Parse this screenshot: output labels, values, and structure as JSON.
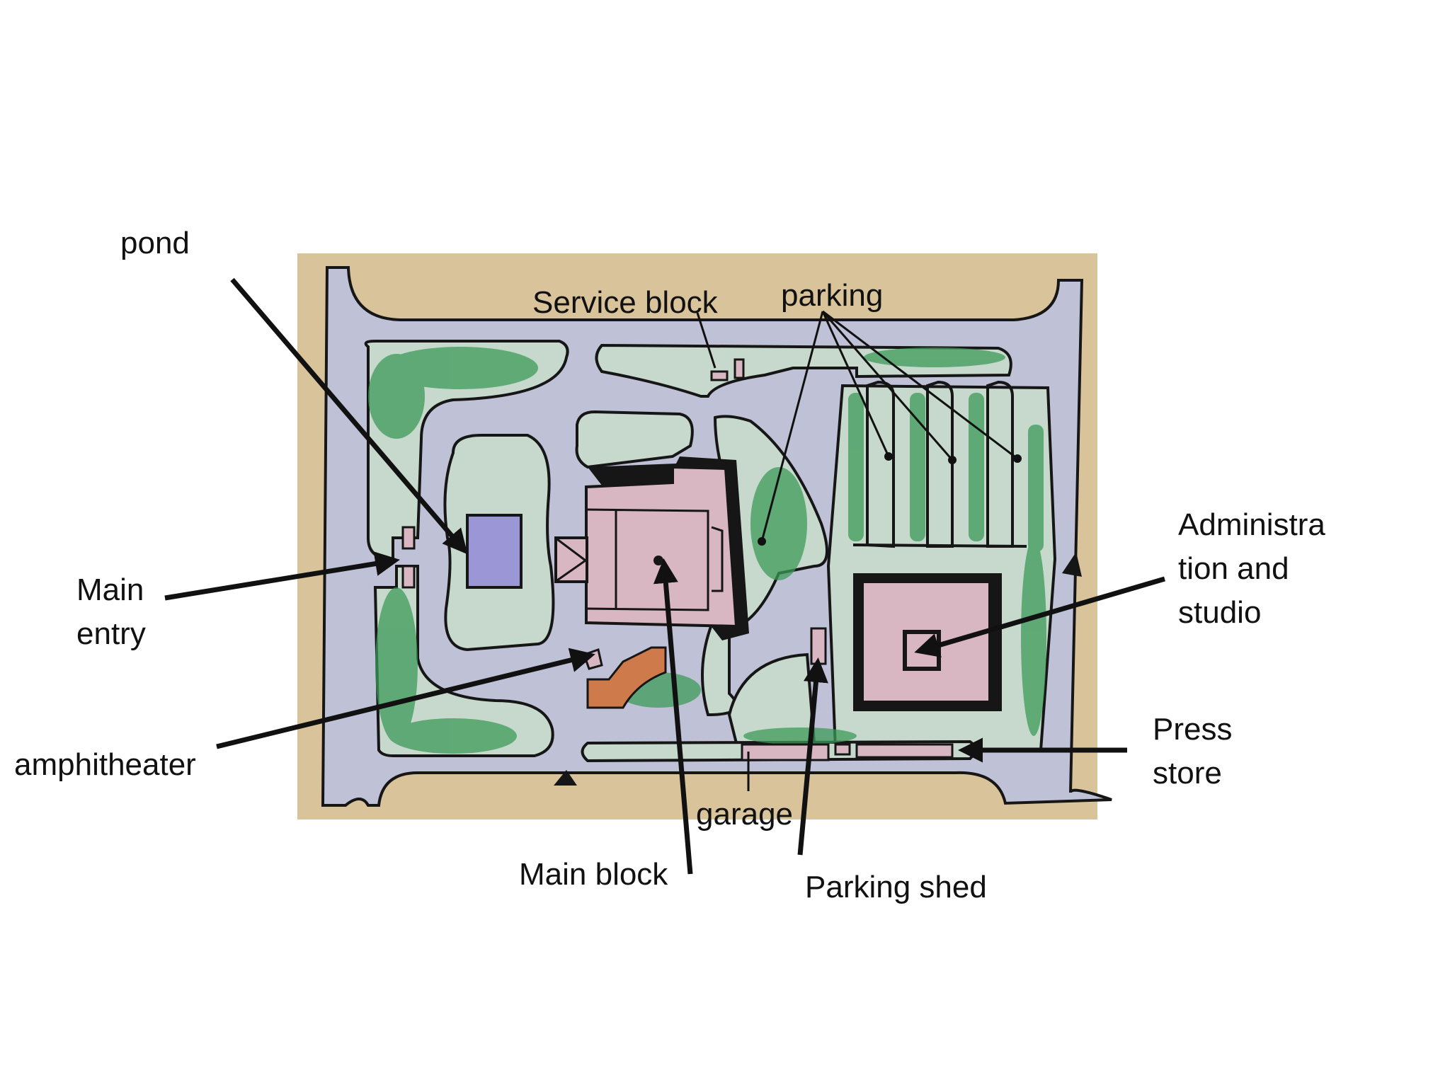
{
  "labels": {
    "pond": "pond",
    "service_block": "Service block",
    "parking": "parking",
    "main_entry_1": "Main",
    "main_entry_2": "entry",
    "admin_1": "Administra",
    "admin_2": "tion and",
    "admin_3": "studio",
    "amphitheater": "amphitheater",
    "press_store_1": "Press",
    "press_store_2": "store",
    "garage": "garage",
    "main_block": "Main block",
    "parking_shed": "Parking shed"
  },
  "colors": {
    "paper": "#d8c39b",
    "road": "#bfc1d6",
    "lawn": "#c6d9cc",
    "tree_green": "#3c9a58",
    "building": "#d8b6c2",
    "pond": "#9b96d6",
    "amphitheater": "#cf7a4a",
    "ink": "#161616"
  }
}
